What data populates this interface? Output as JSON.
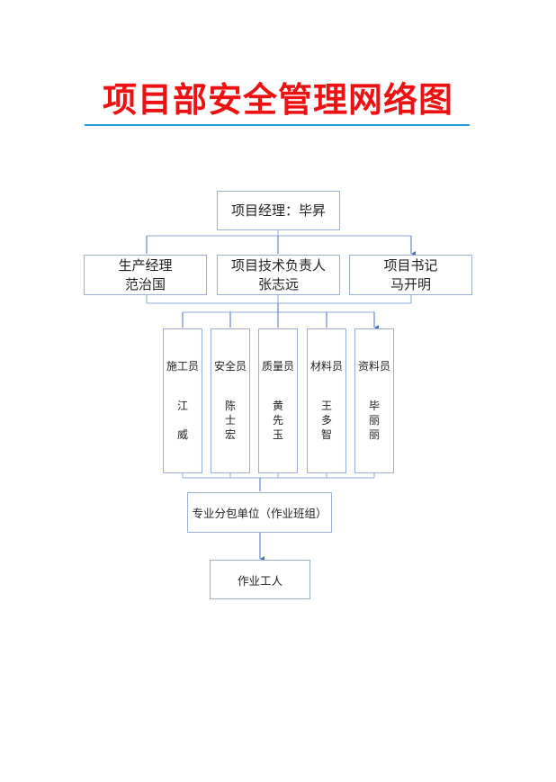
{
  "title": "项目部安全管理网络图",
  "manager": "项目经理：毕昇",
  "level2": [
    {
      "role": "生产经理",
      "name": "范治国"
    },
    {
      "role": "项目技术负责人",
      "name": "张志远"
    },
    {
      "role": "项目书记",
      "name": "马开明"
    }
  ],
  "level3": [
    {
      "role": "施工员",
      "name": "江威"
    },
    {
      "role": "安全员",
      "name": "陈士宏"
    },
    {
      "role": "质量员",
      "name": "黄先玉"
    },
    {
      "role": "材料员",
      "name": "王多智"
    },
    {
      "role": "资料员",
      "name": "毕丽丽"
    }
  ],
  "subcontractor": "专业分包单位（作业班组）",
  "workers": "作业工人",
  "colors": {
    "title": "#ee1111",
    "rule": "#1e9bd7",
    "connector": "#4472c4"
  }
}
